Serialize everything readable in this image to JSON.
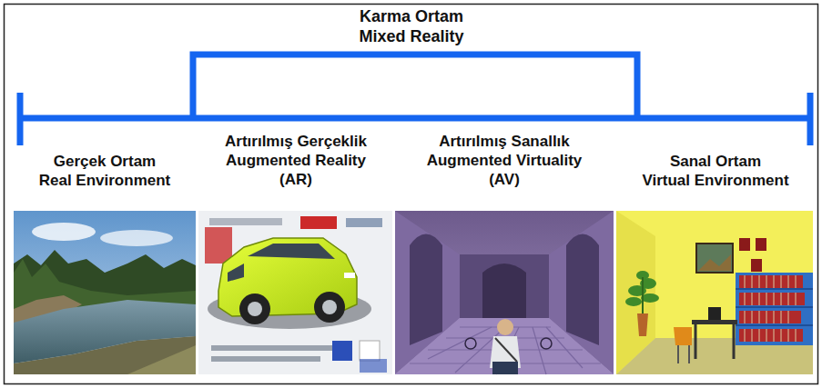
{
  "diagram": {
    "labels": [
      "Karma Ortam",
      "Mixed Reality",
      "Gerçek Ortam",
      "Real Environment",
      "Artırılmış Gerçeklik",
      "Augmented Reality",
      "(AR)",
      "Artırılmış Sanallık",
      "Augmented Virtuality",
      "(AV)",
      "Sanal Ortam",
      "Virtual Environment"
    ]
  }
}
